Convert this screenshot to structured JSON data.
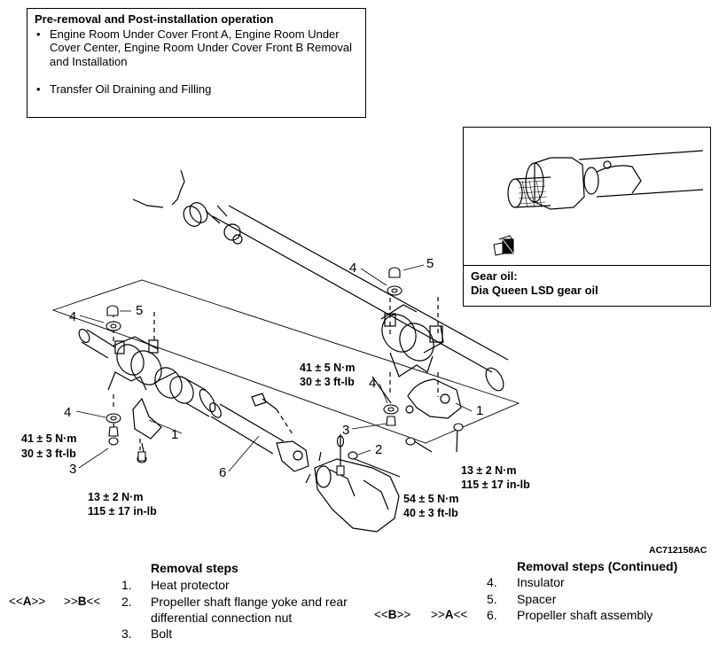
{
  "pre_removal": {
    "title": "Pre-removal and Post-installation operation",
    "items": [
      "Engine Room Under Cover Front A, Engine Room Under Cover Center, Engine Room Under Cover Front B Removal and Installation",
      "Transfer Oil Draining and Filling"
    ]
  },
  "gear_oil": {
    "label": "Gear oil:",
    "value": "Dia Queen LSD gear oil"
  },
  "figure_code": "AC712158AC",
  "callouts": {
    "c1_left": "1",
    "c1_right": "1",
    "c2": "2",
    "c3_left": "3",
    "c3_center": "3",
    "c4_left_top": "4",
    "c4_left_bottom": "4",
    "c4_center_top": "4",
    "c4_center_bottom": "4",
    "c5_left": "5",
    "c5_center": "5",
    "c6": "6"
  },
  "torques": {
    "left_bolt": [
      "41 ± 5 N·m",
      "30 ± 3 ft-lb"
    ],
    "left_nut": [
      "13 ± 2 N·m",
      "115 ± 17 in-lb"
    ],
    "center_bolt": [
      "41 ± 5 N·m",
      "30 ± 3 ft-lb"
    ],
    "right_nut": [
      "13 ± 2 N·m",
      "115 ± 17 in-lb"
    ],
    "flange_nut": [
      "54 ± 5 N·m",
      "40 ± 3 ft-lb"
    ]
  },
  "removal_steps": {
    "title": "Removal steps",
    "codes": {
      "a_pre": "<<",
      "a_letter": "A",
      "a_post": ">>",
      "b_pre": ">>",
      "b_letter": "B",
      "b_post": "<<"
    },
    "steps": [
      {
        "num": "1.",
        "text": "Heat protector"
      },
      {
        "num": "2.",
        "text": "Propeller shaft flange yoke and rear"
      },
      {
        "num": "",
        "text": "differential connection nut"
      },
      {
        "num": "3.",
        "text": "Bolt"
      }
    ]
  },
  "removal_steps_cont": {
    "title": "Removal steps (Continued)",
    "codes": {
      "b_pre": "<<",
      "b_letter": "B",
      "b_post": ">>",
      "a_pre": ">>",
      "a_letter": "A",
      "a_post": "<<"
    },
    "steps": [
      {
        "num": "4.",
        "text": "Insulator"
      },
      {
        "num": "5.",
        "text": "Spacer"
      },
      {
        "num": "6.",
        "text": "Propeller shaft assembly"
      }
    ]
  }
}
